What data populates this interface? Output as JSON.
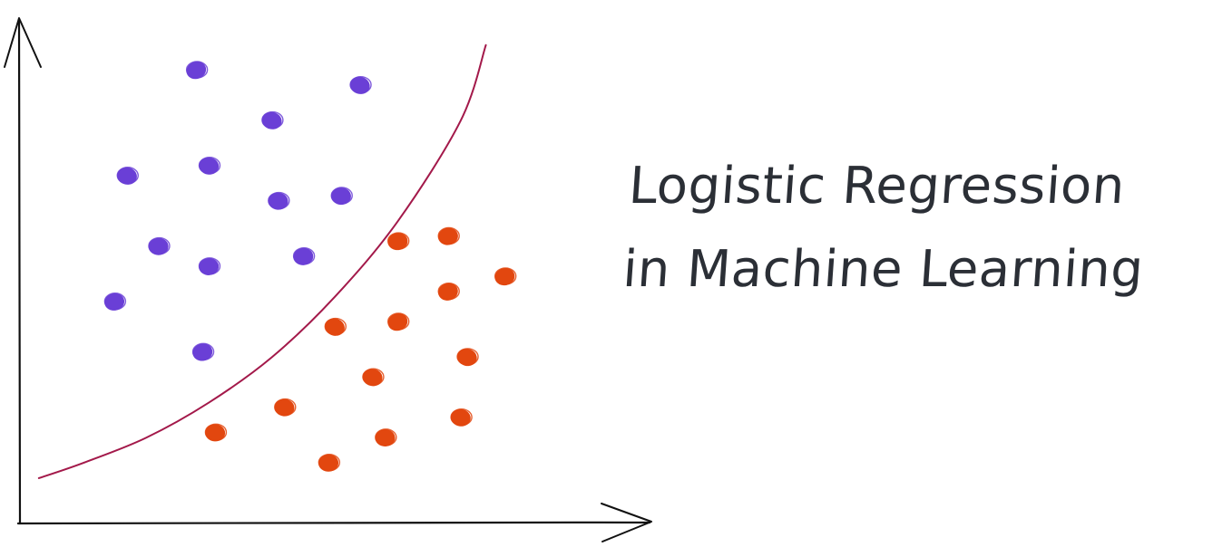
{
  "title": {
    "line1": "Logistic Regression",
    "line2": "in Machine Learning"
  },
  "colors": {
    "class_a": "#6a3fd6",
    "class_b": "#e2470f",
    "boundary": "#a3194a",
    "axis": "#111111",
    "text": "#2b2f36"
  },
  "chart_data": {
    "type": "scatter",
    "xlim": [
      0,
      100
    ],
    "ylim": [
      0,
      100
    ],
    "grid": false,
    "series": [
      {
        "class": "class_a",
        "points": [
          [
            28,
            90
          ],
          [
            54,
            87
          ],
          [
            40,
            80
          ],
          [
            17,
            69
          ],
          [
            30,
            71
          ],
          [
            41,
            64
          ],
          [
            51,
            65
          ],
          [
            22,
            55
          ],
          [
            30,
            51
          ],
          [
            45,
            53
          ],
          [
            15,
            44
          ],
          [
            29,
            34
          ]
        ]
      },
      {
        "class": "class_b",
        "points": [
          [
            60,
            56
          ],
          [
            68,
            57
          ],
          [
            77,
            49
          ],
          [
            68,
            46
          ],
          [
            60,
            40
          ],
          [
            50,
            39
          ],
          [
            71,
            33
          ],
          [
            56,
            29
          ],
          [
            70,
            21
          ],
          [
            42,
            23
          ],
          [
            31,
            18
          ],
          [
            58,
            17
          ],
          [
            49,
            12
          ]
        ]
      }
    ],
    "boundary_curve": [
      [
        3,
        9
      ],
      [
        10,
        12
      ],
      [
        20,
        17
      ],
      [
        30,
        24
      ],
      [
        40,
        33
      ],
      [
        50,
        45
      ],
      [
        60,
        60
      ],
      [
        70,
        80
      ],
      [
        74,
        95
      ]
    ]
  }
}
